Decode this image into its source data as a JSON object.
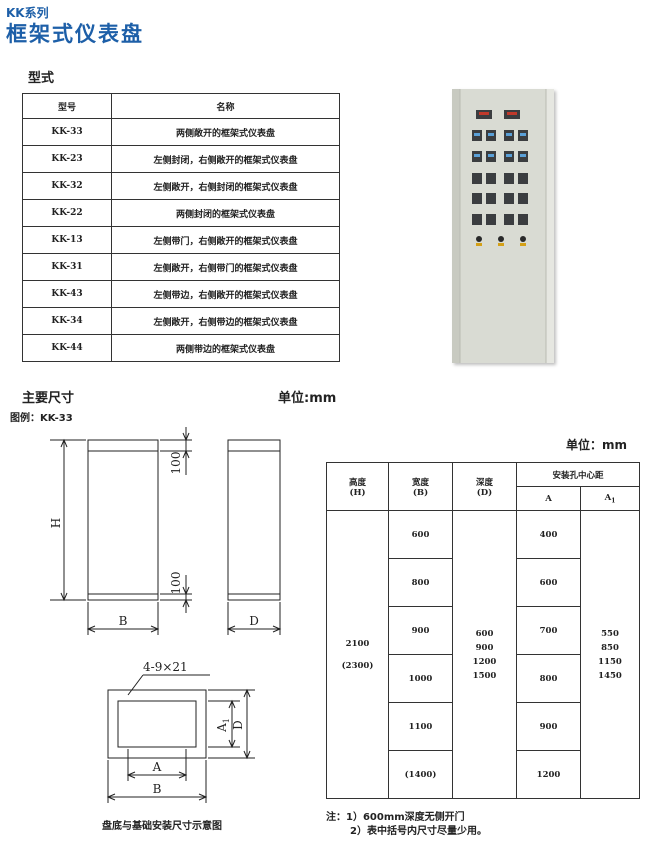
{
  "header": {
    "series": "KK系列",
    "title": "框架式仪表盘"
  },
  "models_section": {
    "heading": "型式",
    "col_model": "型号",
    "col_name": "名称",
    "rows": [
      {
        "model": "KK-33",
        "name": "两侧敞开的框架式仪表盘"
      },
      {
        "model": "KK-23",
        "name": "左侧封闭，右侧敞开的框架式仪表盘"
      },
      {
        "model": "KK-32",
        "name": "左侧敞开，右侧封闭的框架式仪表盘"
      },
      {
        "model": "KK-22",
        "name": "两侧封闭的框架式仪表盘"
      },
      {
        "model": "KK-13",
        "name": "左侧带门，右侧敞开的框架式仪表盘"
      },
      {
        "model": "KK-31",
        "name": "左侧敞开，右侧带门的框架式仪表盘"
      },
      {
        "model": "KK-43",
        "name": "左侧带边，右侧敞开的框架式仪表盘"
      },
      {
        "model": "KK-34",
        "name": "左侧敞开，右侧带边的框架式仪表盘"
      },
      {
        "model": "KK-44",
        "name": "两侧带边的框架式仪表盘"
      }
    ]
  },
  "dims_section": {
    "heading": "主要尺寸",
    "unit_label": "单位:mm",
    "example": "图例：KK-33",
    "unit_label_2": "单位：mm"
  },
  "drawing": {
    "dim_100_top": "100",
    "dim_100_bottom": "100",
    "dim_h": "H",
    "dim_b": "B",
    "dim_d": "D",
    "hole_label": "4-9×21",
    "base_a": "A",
    "base_b": "B",
    "base_a1": "A",
    "base_a1_sub": "1",
    "base_d": "D",
    "caption": "盘底与基础安装尺寸示意图"
  },
  "dim_table": {
    "h_height": "高度",
    "h_height_sym": "(H)",
    "h_width": "宽度",
    "h_width_sym": "(B)",
    "h_depth": "深度",
    "h_depth_sym": "(D)",
    "h_mount": "安装孔中心距",
    "h_a": "A",
    "h_a1": "A",
    "h_a1_sub": "1",
    "height_1": "2100",
    "height_2": "(2300)",
    "widths": [
      "600",
      "800",
      "900",
      "1000",
      "1100",
      "(1400)"
    ],
    "depths": [
      "600",
      "900",
      "1200",
      "1500"
    ],
    "a_values": [
      "400",
      "600",
      "700",
      "800",
      "900",
      "1200"
    ],
    "a1_values": [
      "550",
      "850",
      "1150",
      "1450"
    ]
  },
  "notes": {
    "line1": "注：1）600mm深度无侧开门",
    "line2": "2）表中括号内尺寸尽量少用。"
  },
  "colors": {
    "title_blue": "#1d5fa8",
    "cabinet": "#d9dbd3"
  }
}
